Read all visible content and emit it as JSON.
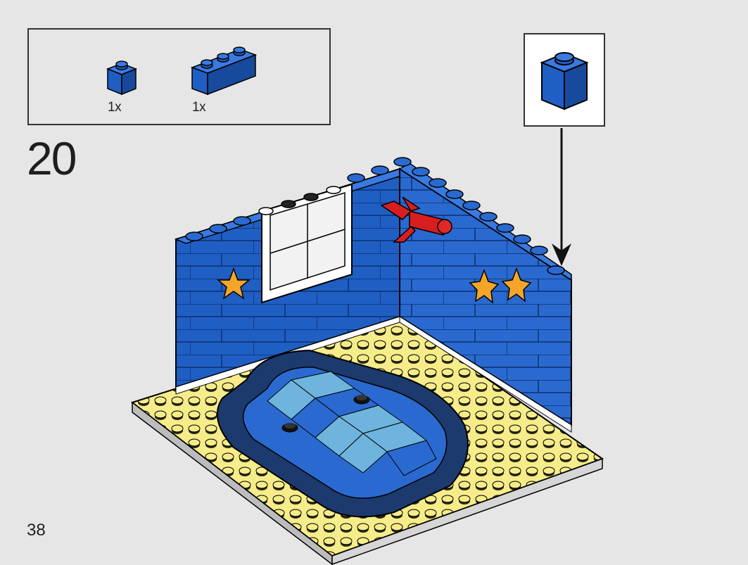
{
  "step": {
    "number": "20"
  },
  "page": {
    "number": "38"
  },
  "parts_list": [
    {
      "name": "brick-1x1-blue",
      "quantity": "1x"
    },
    {
      "name": "brick-1x3-blue",
      "quantity": "1x"
    }
  ],
  "colors": {
    "brick_blue": "#1f5fc4",
    "brick_blue_dark": "#174a9c",
    "brick_blue_light": "#3a7ae0",
    "plate_yellow": "#f6ec8a",
    "tile_dark_blue": "#1c3a6e",
    "tile_light_blue": "#6eb4dc",
    "accent_red": "#d81e1e",
    "accent_orange": "#f4a52a",
    "window_white": "#ffffff"
  }
}
